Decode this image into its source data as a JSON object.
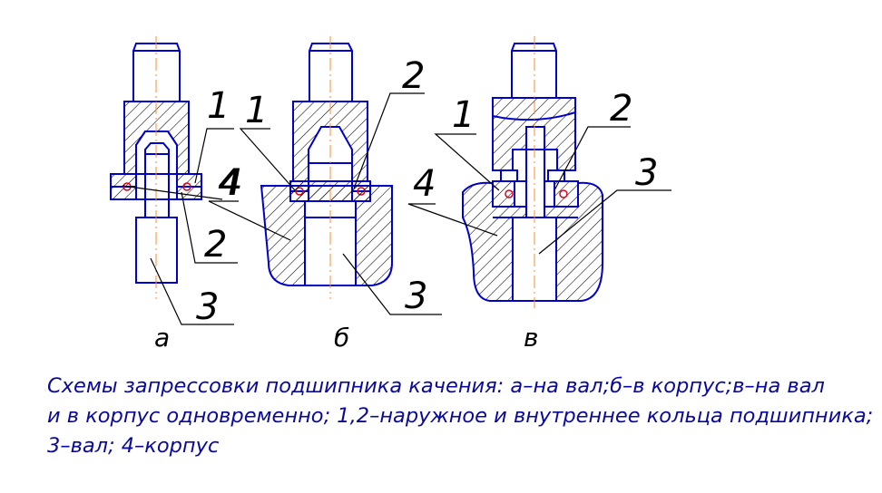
{
  "figures": [
    {
      "letter": "а",
      "callouts": [
        "1",
        "4",
        "2",
        "3"
      ]
    },
    {
      "letter": "б",
      "callouts": [
        "1",
        "2",
        "4",
        "3"
      ]
    },
    {
      "letter": "в",
      "callouts": [
        "1",
        "2",
        "3",
        "4"
      ]
    }
  ],
  "caption": {
    "line1": "Схемы запрессовки подшипника качения: а–на вал;б–в корпус;в–на вал",
    "line2": "и в корпус одновременно; 1,2–наружное и внутреннее кольца подшипника;",
    "line3": "3–вал; 4–корпус"
  },
  "colors": {
    "outline": "#0000cc",
    "hatch": "#000000",
    "axis": "#ff8a30",
    "ball": "#e0001a",
    "leader": "#000000"
  }
}
